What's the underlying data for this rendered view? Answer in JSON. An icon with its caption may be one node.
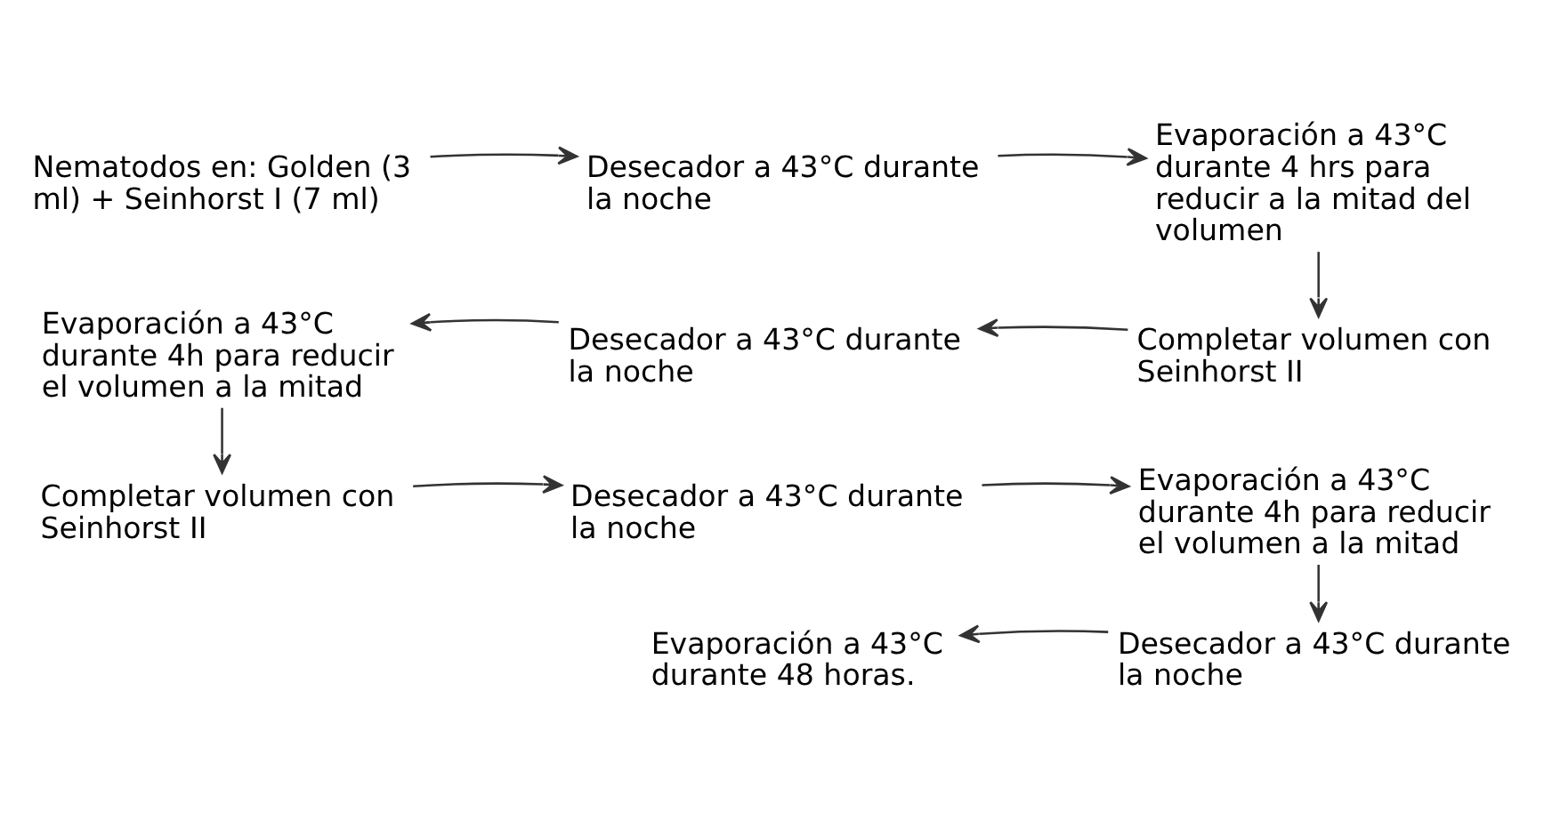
{
  "diagram": {
    "nodes": [
      {
        "text": [
          "Nematodos en: Golden (3 ml) + Seinhorst I (7 ml)"
        ]
      },
      {
        "text": [
          "Desecador a 43°C durante la noche"
        ]
      },
      {
        "text": [
          "Evaporación a 43°C durante 4 hrs para reducir a la mitad del volumen"
        ]
      },
      {
        "text": [
          "Completar volumen con Seinhorst II"
        ]
      },
      {
        "text": [
          "Desecador a 43°C durante la noche"
        ]
      },
      {
        "text": [
          "Evaporación a 43°C durante 4h para reducir el volumen a la mitad"
        ]
      },
      {
        "text": [
          "Completar volumen con Seinhorst II"
        ]
      },
      {
        "text": [
          "Desecador a 43°C durante la noche"
        ]
      },
      {
        "text": [
          "Evaporación a 43°C durante 4h para reducir el volumen a la mitad"
        ]
      },
      {
        "text": [
          "Desecador a 43°C durante la noche"
        ]
      },
      {
        "text": [
          "Evaporación a 43°C durante 48 horas."
        ]
      }
    ],
    "edges": [
      {
        "from": 0,
        "to": 1,
        "arrow": "to"
      },
      {
        "from": 1,
        "to": 2,
        "arrow": "to"
      },
      {
        "from": 2,
        "to": 3,
        "arrow": "to"
      },
      {
        "from": 3,
        "to": 4,
        "arrow": "to"
      },
      {
        "from": 4,
        "to": 5,
        "arrow": "to"
      },
      {
        "from": 5,
        "to": 6,
        "arrow": "to"
      },
      {
        "from": 6,
        "to": 7,
        "arrow": "to"
      },
      {
        "from": 7,
        "to": 8,
        "arrow": "to"
      },
      {
        "from": 8,
        "to": 9,
        "arrow": "to"
      },
      {
        "from": 9,
        "to": 10,
        "arrow": "to"
      }
    ]
  }
}
